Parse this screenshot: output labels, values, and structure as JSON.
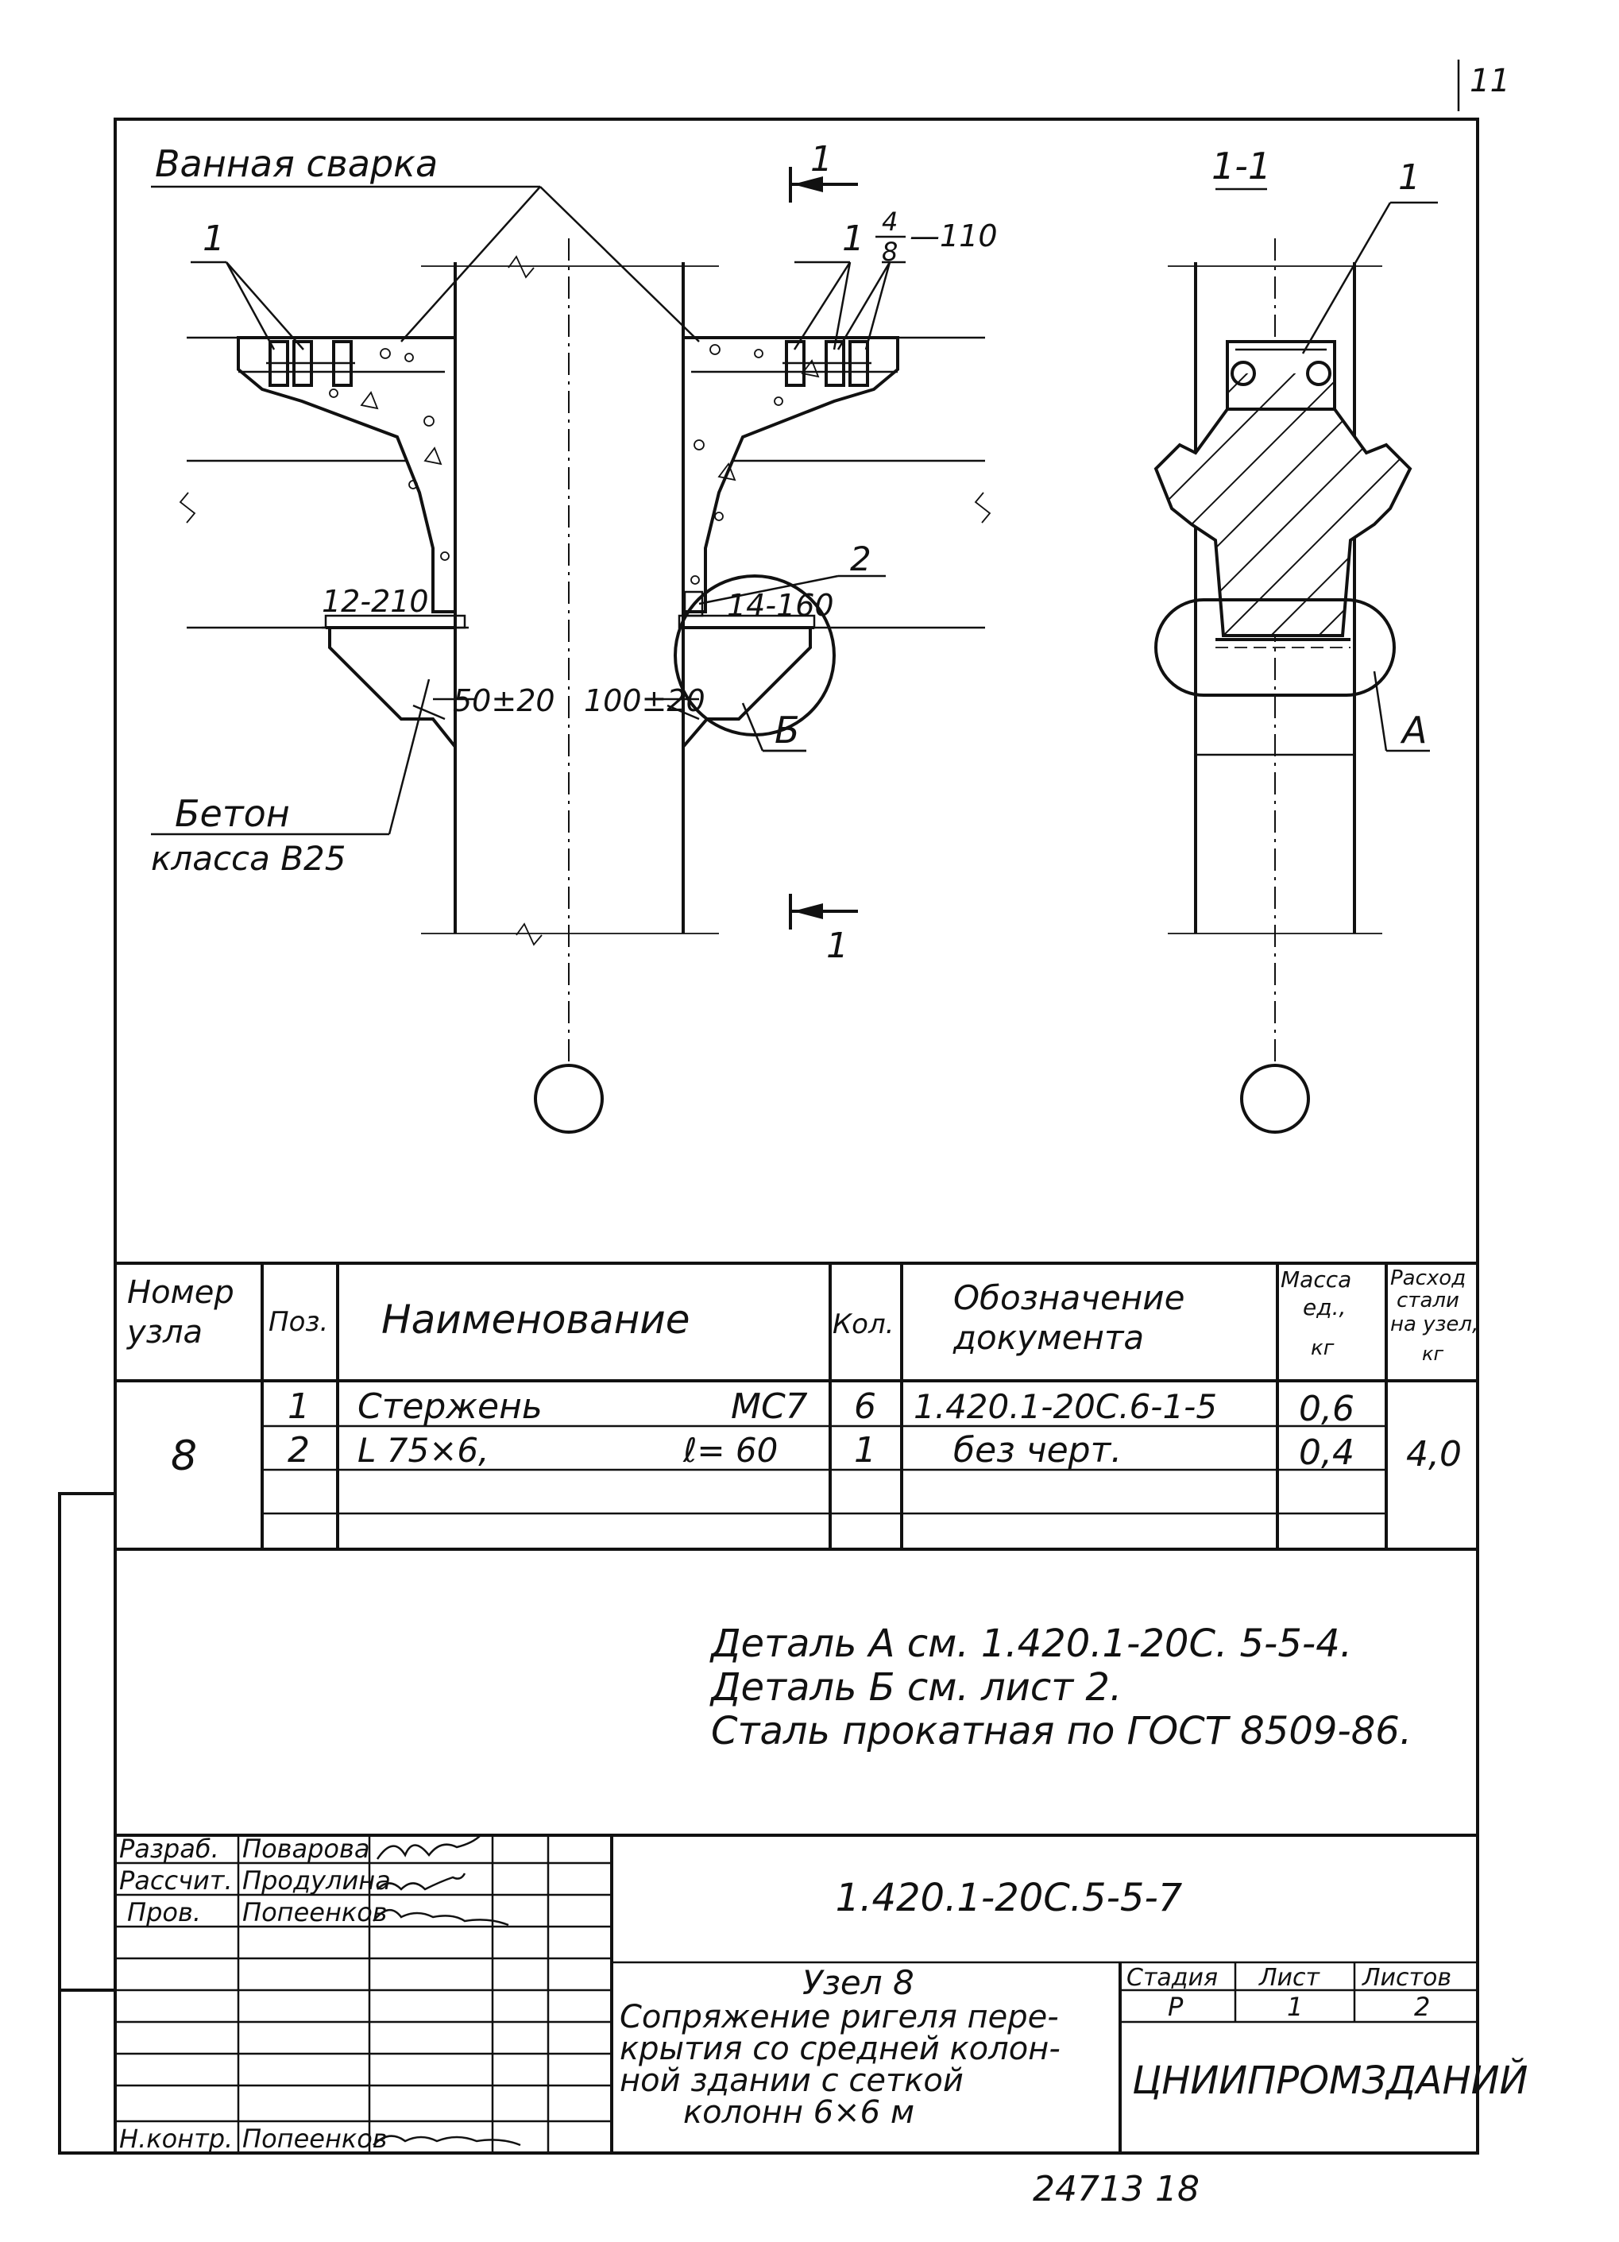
{
  "corner_mark": "11",
  "drawing": {
    "label_weld": "Ванная сварка",
    "pos1_left": "1",
    "dim_12_210": "12-210",
    "dim_50": "50±20",
    "label_concrete_line1": "Бетон",
    "label_concrete_line2": "класса В25",
    "section_mark_top": "1",
    "section_mark_bottom": "1",
    "pos1_right": "1",
    "frac_top": "4",
    "frac_bottom": "8",
    "dim_110": "—110",
    "pos2": "2",
    "dim_14_160": "14-160",
    "dim_100": "100±20",
    "callout_b": "Б",
    "section_title": "1-1",
    "section_pos1": "1",
    "callout_a": "А"
  },
  "spec_table": {
    "headers": {
      "node": [
        "Номер",
        "узла"
      ],
      "pos": "Поз.",
      "name": "Наименование",
      "qty": "Кол.",
      "doc": [
        "Обозначение",
        "документа"
      ],
      "mass": [
        "Масса",
        "ед.,",
        "кг"
      ],
      "consumption": [
        "Расход",
        "стали",
        "на узел,",
        "кг"
      ]
    },
    "node_number": "8",
    "rows": [
      {
        "pos": "1",
        "name": "Стержень",
        "mark": "МС7",
        "qty": "6",
        "doc": "1.420.1-20С.6-1-5",
        "mass": "0,6"
      },
      {
        "pos": "2",
        "name": "L 75×6,",
        "mark": "ℓ= 60",
        "qty": "1",
        "doc": "без черт.",
        "mass": "0,4"
      }
    ],
    "consumption_total": "4,0"
  },
  "notes": [
    "Деталь А см. 1.420.1-20С. 5-5-4.",
    "Деталь Б см. лист 2.",
    "Сталь прокатная по ГОСТ 8509-86."
  ],
  "title_block": {
    "roles": [
      "Разраб.",
      "Рассчит.",
      "Пров.",
      "",
      "",
      "",
      "",
      "Н.контр."
    ],
    "names": [
      "Поварова",
      "Продулина",
      "Попеенков",
      "",
      "",
      "",
      "",
      "Попеенков"
    ],
    "doc_code": "1.420.1-20С.5-5-7",
    "title_line1": "Узел 8",
    "title_lines": [
      "Сопряжение ригеля пере-",
      "крытия со средней колон-",
      "ной здании с сеткой",
      "колонн 6×6 м"
    ],
    "stage_header": "Стадия",
    "sheet_header": "Лист",
    "sheets_header": "Листов",
    "stage_value": "Р",
    "sheet_value": "1",
    "sheets_value": "2",
    "organization": "ЦНИИПРОМЗДАНИЙ"
  },
  "footer_number": "24713 18"
}
